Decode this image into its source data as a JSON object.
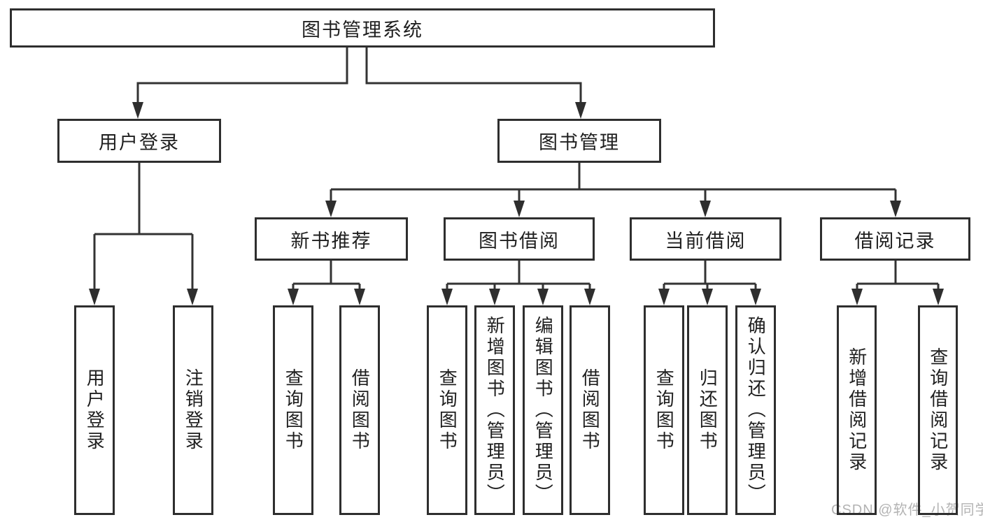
{
  "tree": {
    "root": "图书管理系统",
    "children": [
      {
        "label": "用户登录",
        "children": [
          "用户登录",
          "注销登录"
        ]
      },
      {
        "label": "图书管理",
        "children": [
          {
            "label": "新书推荐",
            "children": [
              "查询图书",
              "借阅图书"
            ]
          },
          {
            "label": "图书借阅",
            "children": [
              "查询图书",
              "新增图书（管理员）",
              "编辑图书（管理员）",
              "借阅图书"
            ]
          },
          {
            "label": "当前借阅",
            "children": [
              "查询图书",
              "归还图书",
              "确认归还（管理员）"
            ]
          },
          {
            "label": "借阅记录",
            "children": [
              "新增借阅记录",
              "查询借阅记录"
            ]
          }
        ]
      }
    ]
  },
  "watermark": {
    "text": "CSDN @软件_小贺同学"
  },
  "colors": {
    "line": "#333333",
    "border": "#2e2e2e",
    "text": "#1f1f1f",
    "watermark": "#b3b3b3",
    "background": "#ffffff"
  }
}
